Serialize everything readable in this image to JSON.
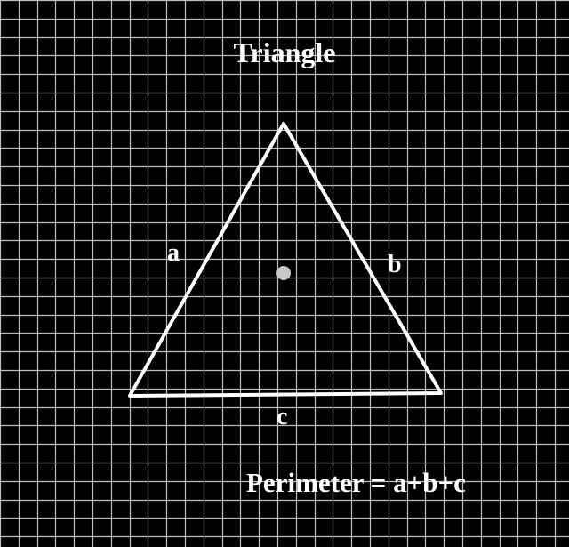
{
  "diagram": {
    "title": "Triangle",
    "sides": {
      "a": "a",
      "b": "b",
      "c": "c"
    },
    "formula": "Perimeter = a+b+c",
    "colors": {
      "background": "#000000",
      "grid": "#bfbfbf",
      "triangle": "#ffffff",
      "centroid": "#c8c8c8",
      "text": "#ffffff"
    }
  }
}
